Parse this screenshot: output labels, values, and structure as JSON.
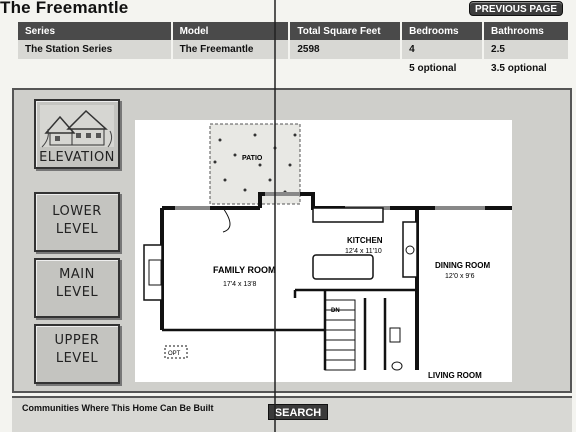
{
  "header": {
    "title": "The Freemantle",
    "prev_label": "PREVIOUS PAGE"
  },
  "table": {
    "headers": [
      "Series",
      "Model",
      "Total Square Feet",
      "Bedrooms",
      "Bathrooms"
    ],
    "row": [
      "The Station Series",
      "The Freemantle",
      "2598",
      "4",
      "2.5"
    ],
    "optional": [
      "",
      "",
      "",
      "5 optional",
      "3.5 optional"
    ]
  },
  "nav": {
    "elevation": "ELEVATION",
    "lower": [
      "LOWER",
      "LEVEL"
    ],
    "main": [
      "MAIN",
      "LEVEL"
    ],
    "upper": [
      "UPPER",
      "LEVEL"
    ]
  },
  "plan": {
    "patio": "PATIO",
    "family_room": "FAMILY ROOM",
    "family_room_dim": "17'4 x 13'8",
    "kitchen": "KITCHEN",
    "kitchen_dim": "12'4 x 11'10",
    "dining_room": "DINING ROOM",
    "dining_room_dim": "12'0 x 9'6",
    "living_room": "LIVING ROOM",
    "dn": "DN",
    "opt": "OPT"
  },
  "footer": {
    "communities": "Communities Where This Home Can Be Built",
    "search_label": "SEARCH"
  }
}
